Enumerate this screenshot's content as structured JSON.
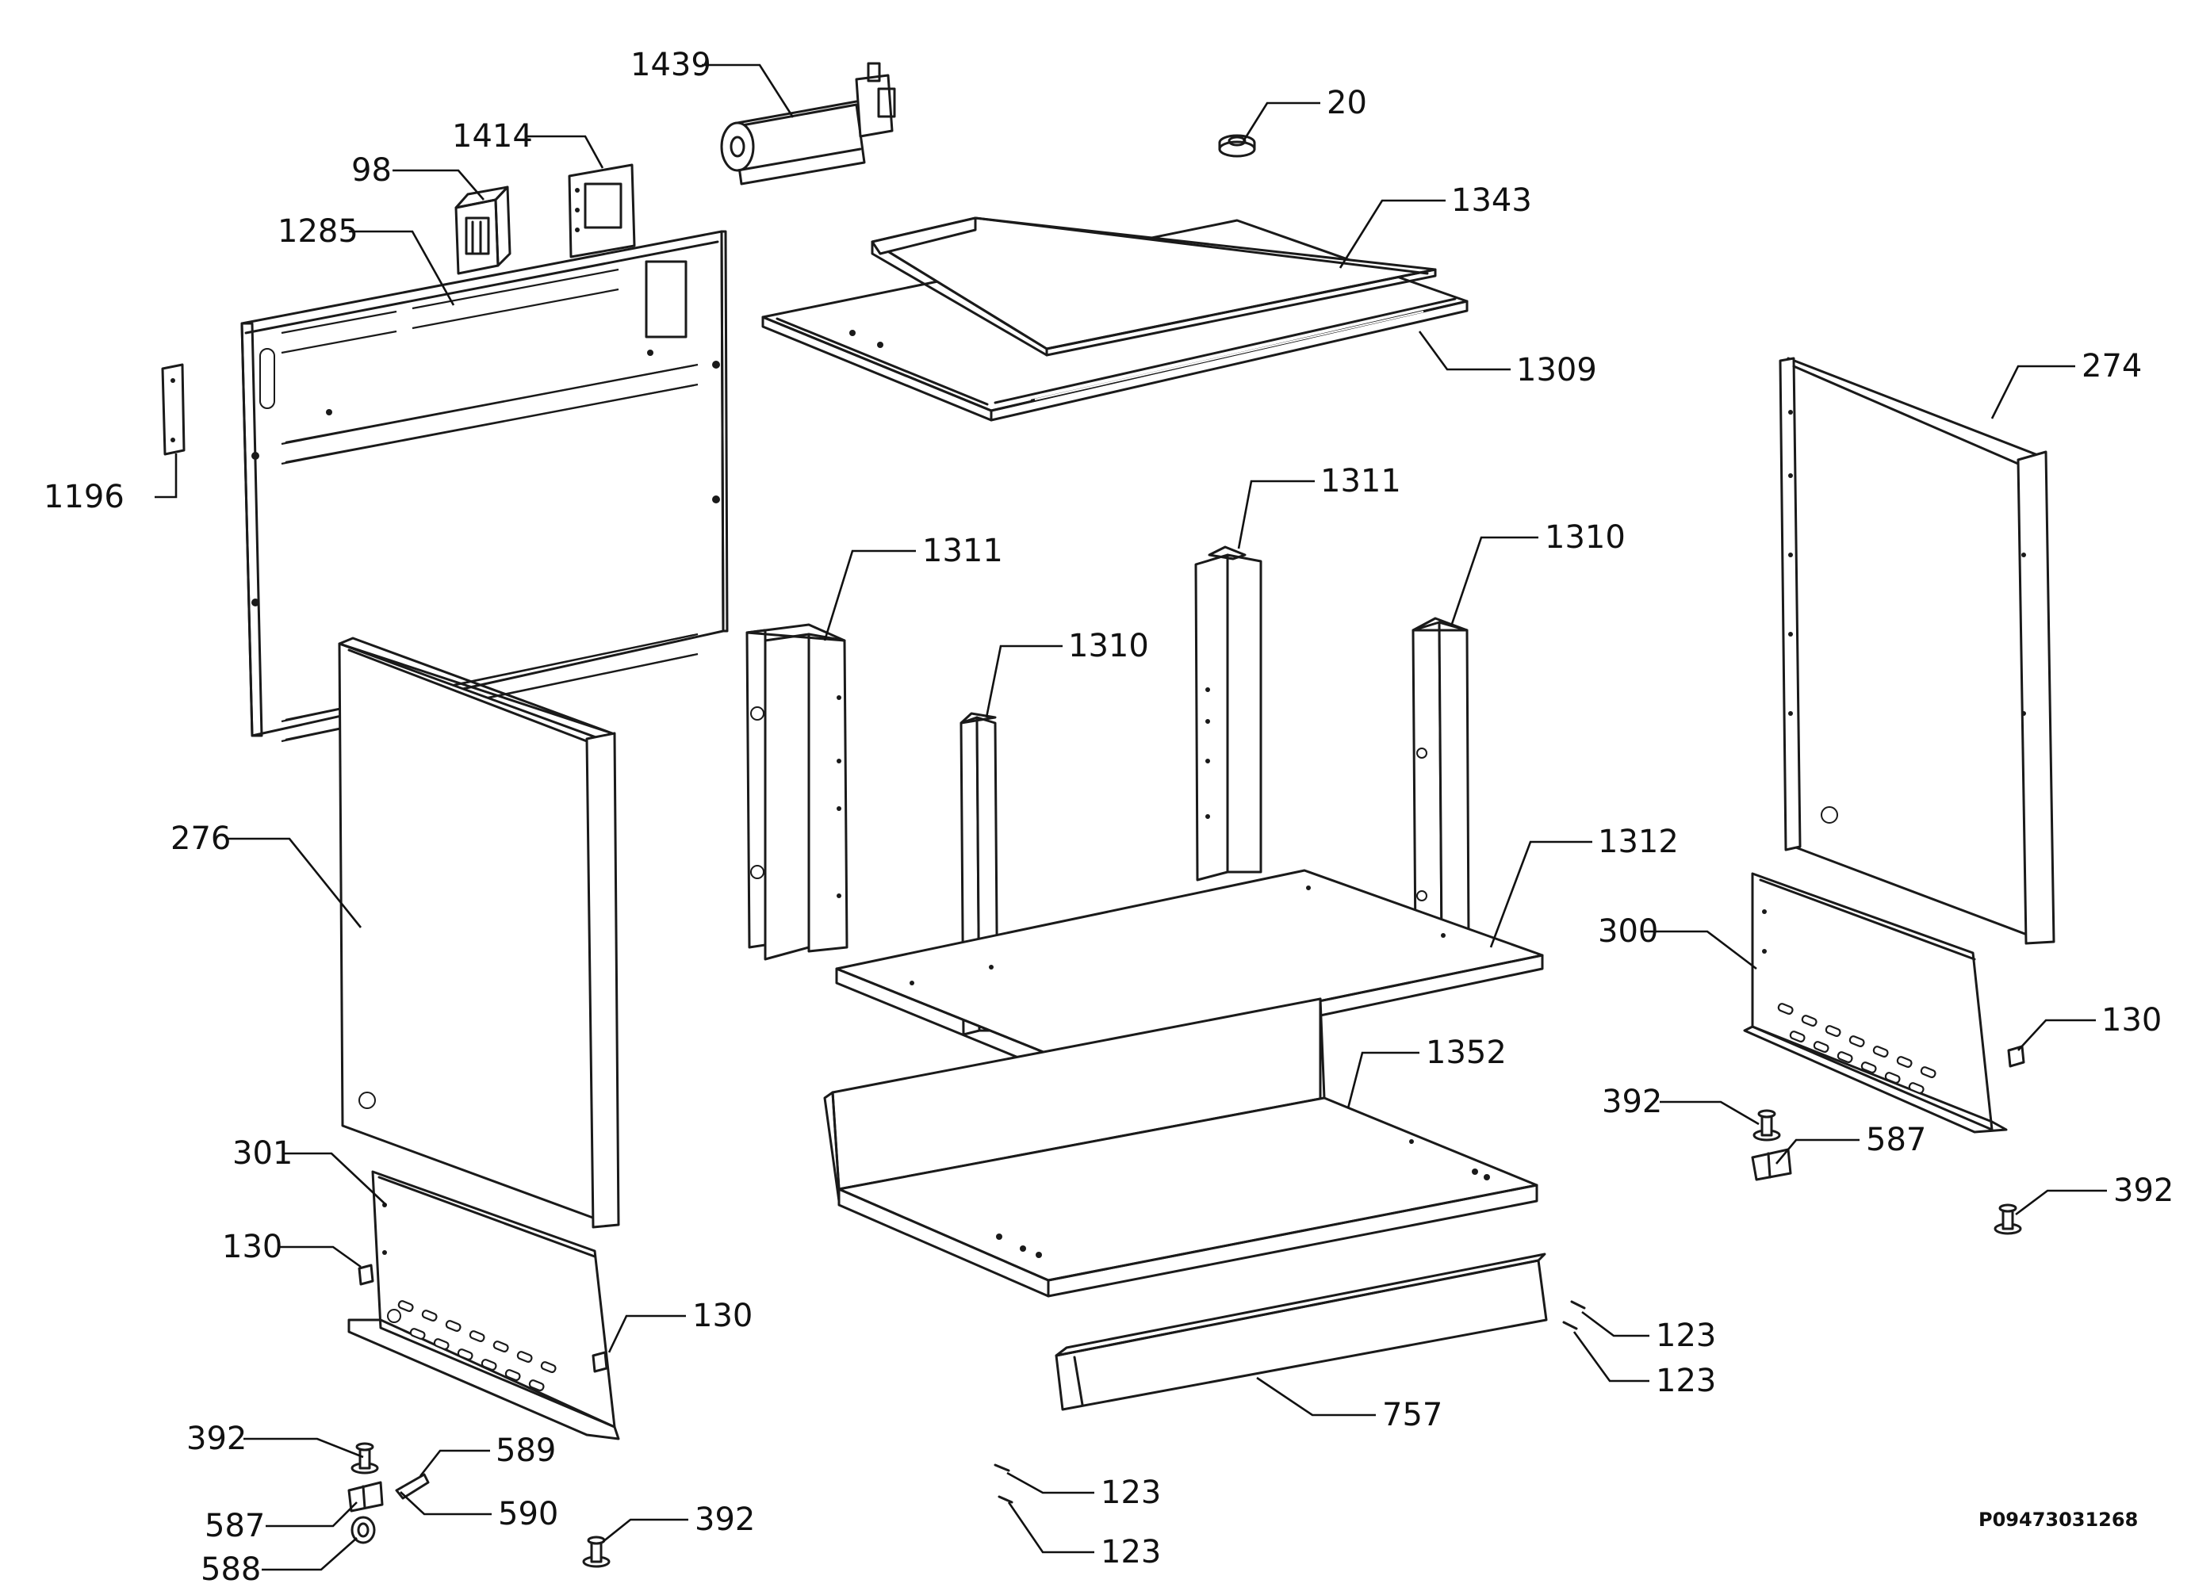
{
  "labels": {
    "l1439": "1439",
    "l20": "20",
    "l1414": "1414",
    "l98": "98",
    "l1285": "1285",
    "l1343": "1343",
    "l1309": "1309",
    "l274": "274",
    "l1196": "1196",
    "l1311a": "1311",
    "l1311b": "1311",
    "l1310a": "1310",
    "l1310b": "1310",
    "l276": "276",
    "l1312": "1312",
    "l300": "300",
    "l130a": "130",
    "l1352": "1352",
    "l392a": "392",
    "l587a": "587",
    "l392b": "392",
    "l301": "301",
    "l130b": "130",
    "l130c": "130",
    "l123a": "123",
    "l123b": "123",
    "l757": "757",
    "l392c": "392",
    "l589": "589",
    "l587b": "587",
    "l590": "590",
    "l588": "588",
    "l392d": "392",
    "l123c": "123",
    "l123d": "123"
  },
  "drawing_code": "P09473031268"
}
